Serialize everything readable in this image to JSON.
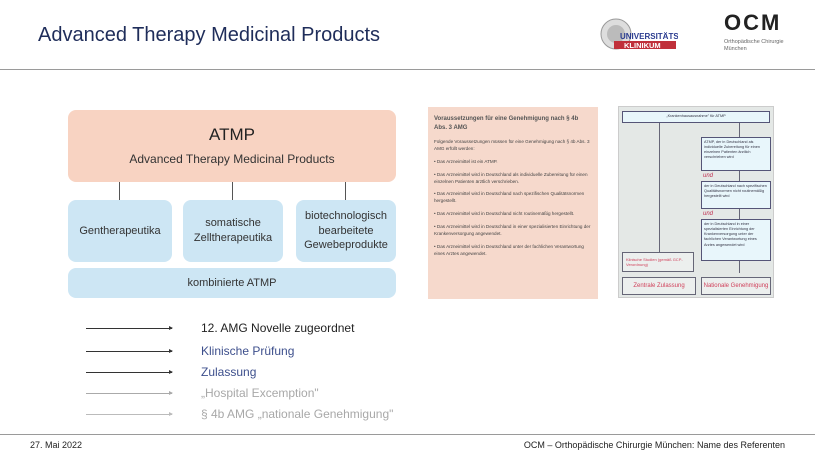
{
  "header": {
    "title": "Advanced Therapy Medicinal Products",
    "logo_ukm": "UNIVERSITÄTSKLINIKUM",
    "logo_ocm": "OCM",
    "ocm_sub1": "Orthopädische Chirurgie",
    "ocm_sub2": "München"
  },
  "diagram": {
    "title": "ATMP",
    "subtitle": "Advanced Therapy Medicinal Products",
    "categories": [
      "Gentherapeutika",
      "somatische Zelltherapeutika",
      "biotechnologisch bearbeitete Gewebeprodukte"
    ],
    "combined": "kombinierte ATMP"
  },
  "requirements": {
    "heading": "Voraussetzungen für eine Genehmigung nach § 4b Abs. 3 AMG",
    "intro": "Folgende Voraussetzungen müssen für eine Genehmigung nach § 4b Abs. 3 AMG erfüllt werden:",
    "items": [
      "Das Arzneimittel ist ein ATMP.",
      "Das Arzneimittel wird in Deutschland als individuelle Zubereitung für einen einzelnen Patienten ärztlich verschrieben.",
      "Das Arzneimittel wird in Deutschland nach spezifischen Qualitätsnormen hergestellt.",
      "Das Arzneimittel wird in Deutschland nicht routinemäßig hergestellt.",
      "Das Arzneimittel wird in Deutschland in einer spezialisierten Einrichtung der Krankenversorgung angewendet.",
      "Das Arzneimittel wird in Deutschland unter der fachlichen Verantwortung eines Arztes angewendet."
    ]
  },
  "flowchart": {
    "top": "„Krankenhausausnahme\" für ATMP",
    "cond1": "ATMP, der in Deutschland als individuelle Zubereitung für einen einzelnen Patienten ärztlich verschrieben wird",
    "and1": "und",
    "cond2": "der in Deutschland nach spezifischen Qualitätsnormen nicht routinemäßig hergestellt wird",
    "and2": "und",
    "cond3": "der in Deutschland in einer spezialisierten Einrichtung der Krankenversorgung unter der fachlichen Verantwortung eines Arztes angewendet wird",
    "studies": "Klinische Studien (gemäß GCP-Verordnung)",
    "central": "Zentrale Zulassung",
    "national": "Nationale Genehmigung"
  },
  "list": [
    {
      "text": "12. AMG Novelle zugeordnet",
      "color": "#222222"
    },
    {
      "text": "Klinische Prüfung",
      "color": "#3d4f8c"
    },
    {
      "text": "Zulassung",
      "color": "#3d4f8c"
    },
    {
      "text": "„Hospital Excemption\"",
      "color": "#a8a8a8"
    },
    {
      "text": "§ 4b AMG „nationale Genehmigung\"",
      "color": "#a8a8a8"
    }
  ],
  "footer": {
    "date": "27. Mai 2022",
    "text": "OCM – Orthopädische Chirurgie München: Name des Referenten"
  }
}
